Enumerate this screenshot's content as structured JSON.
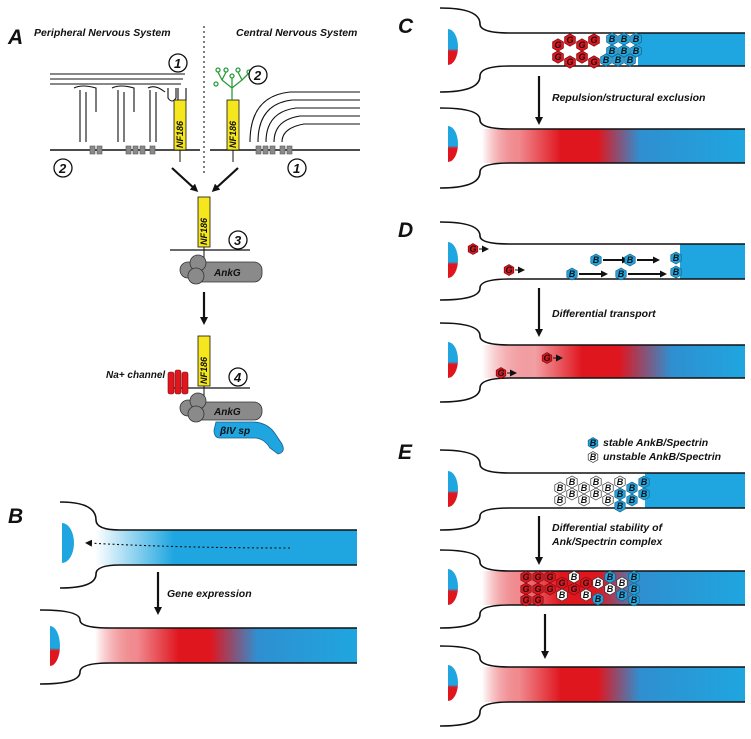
{
  "colors": {
    "blue": "#1fa6e0",
    "red": "#e0161f",
    "yellow": "#f5e61d",
    "grey": "#8a8a8a",
    "green": "#2a9d3a"
  },
  "panelA": {
    "letter": "A",
    "pns_label": "Peripheral Nervous System",
    "cns_label": "Central Nervous System",
    "nf186": "NF186",
    "ankg": "AnkG",
    "na_channel": "Na+ channel",
    "biv": "βIV sp",
    "steps": [
      "1",
      "2",
      "2",
      "1",
      "3",
      "4"
    ]
  },
  "panelB": {
    "letter": "B",
    "caption": "Gene expression"
  },
  "panelC": {
    "letter": "C",
    "caption": "Repulsion/structural exclusion"
  },
  "panelD": {
    "letter": "D",
    "caption": "Differential transport"
  },
  "panelE": {
    "letter": "E",
    "legend_stable": "stable AnkB/Spectrin",
    "legend_unstable": "unstable AnkB/Spectrin",
    "caption_line1": "Differential stability of",
    "caption_line2": "Ank/Spectrin complex"
  },
  "hex_labels": {
    "g": "G",
    "b": "B"
  }
}
